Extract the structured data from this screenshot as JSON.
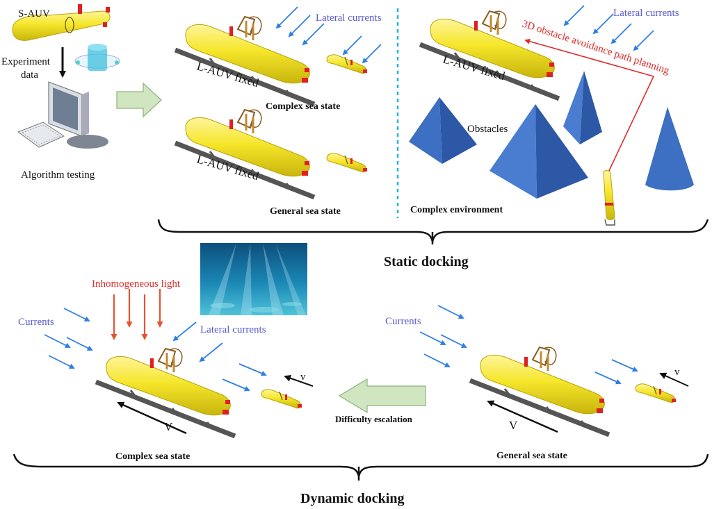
{
  "top_left": {
    "s_auv": "S-AUV",
    "experiment_data": [
      "Experiment",
      "data"
    ],
    "algorithm_testing": "Algorithm testing"
  },
  "static": {
    "lateral_currents_1": "Lateral currents",
    "lateral_currents_2": "Lateral currents",
    "lauv_fixed_1": "L-AUV fixed",
    "lauv_fixed_2": "L-AUV fixed",
    "lauv_fixed_3": "L-AUV fixed",
    "complex_sea_state": "Complex sea state",
    "general_sea_state": "General sea state",
    "complex_environment": "Complex environment",
    "path_planning": "3D obstacle avoidance path planning",
    "obstacles": "Obstacles",
    "title": "Static docking"
  },
  "dynamic": {
    "inhomogeneous_light": "Inhomogeneous light",
    "currents_left": "Currents",
    "lateral_currents": "Lateral currents",
    "currents_right": "Currents",
    "v_big_left": "V",
    "v_small_left": "v",
    "v_big_right": "V",
    "v_small_right": "v",
    "difficulty_escalation": "Difficulty escalation",
    "complex_sea_state": "Complex sea state",
    "general_sea_state": "General sea state",
    "title": "Dynamic docking"
  },
  "colors": {
    "auv_yellow": "#f5e62a",
    "current_blue": "#2e7fe6",
    "light_red": "#e8522e",
    "obstacle_blue": "#3d6fc2",
    "big_arrow_green": "#cfe6c0",
    "divider_cyan": "#1fb4e0"
  }
}
